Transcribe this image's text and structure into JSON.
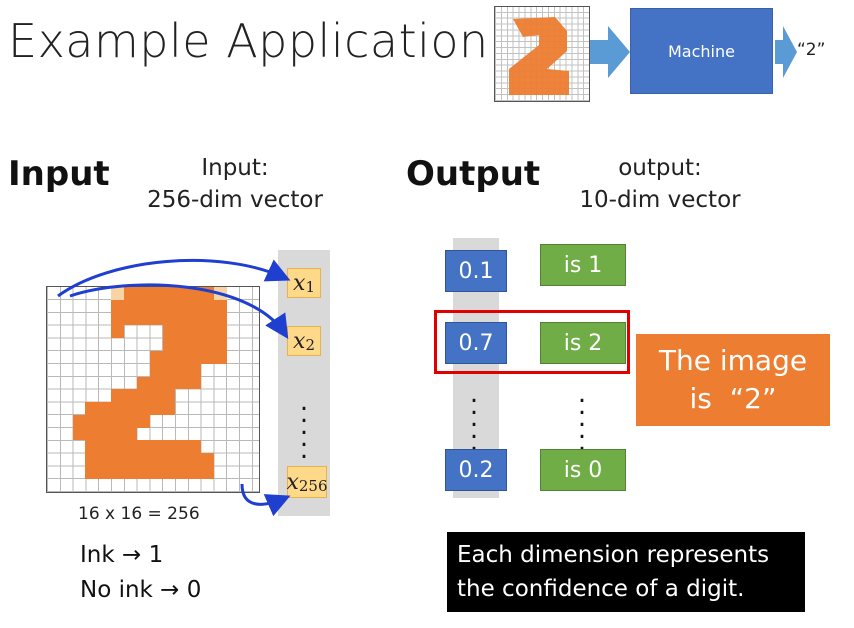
{
  "title": "Example Application",
  "top_flow": {
    "machine_label": "Machine",
    "output_label": "“2”"
  },
  "input": {
    "heading": "Input",
    "caption_line1": "Input:",
    "caption_line2": "256-dim vector",
    "grid_size_label": "16 x 16 = 256",
    "vector": [
      {
        "var": "x",
        "sub": "1"
      },
      {
        "var": "x",
        "sub": "2"
      },
      {
        "var": "x",
        "sub": "256"
      }
    ],
    "ink_line1": "Ink → 1",
    "ink_line2": "No ink → 0"
  },
  "output": {
    "heading": "Output",
    "caption_line1": "output:",
    "caption_line2": "10-dim vector",
    "rows": [
      {
        "value": "0.1",
        "label": "is 1"
      },
      {
        "value": "0.7",
        "label": "is 2"
      },
      {
        "value": "0.2",
        "label": "is 0"
      }
    ],
    "result_line1": "The image",
    "result_line2": "is  “2”",
    "note_line1": "Each dimension represents",
    "note_line2": "the confidence of a digit."
  },
  "colors": {
    "ink": "#ed7d31",
    "light_ink": "#f7d3a6",
    "blue_box": "#4472c4",
    "green_box": "#70ad47",
    "arrow_blue": "#5b9bd5",
    "highlight_red": "#e00000",
    "curve_blue": "#1f3fd1",
    "vector_cell": "#ffd98a"
  }
}
